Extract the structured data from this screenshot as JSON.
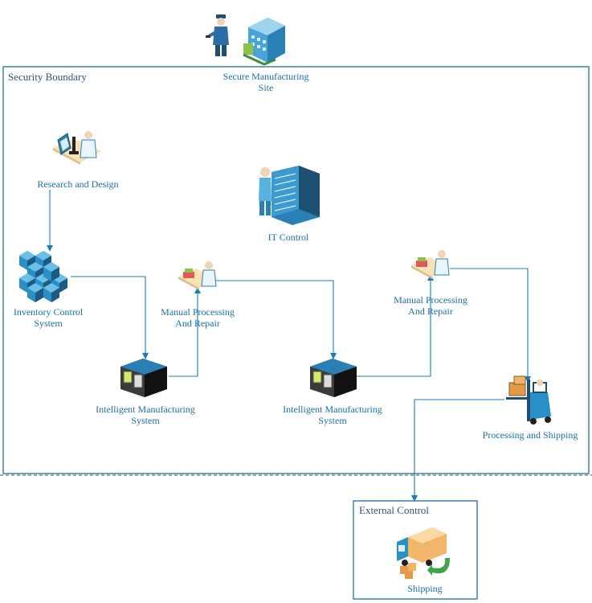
{
  "boundaries": {
    "security": "Security Boundary",
    "external": "External Control"
  },
  "nodes": {
    "site": "Secure Manufacturing\nSite",
    "research": "Research and Design",
    "it": "IT Control",
    "inventory": "Inventory Control\nSystem",
    "manual1": "Manual Processing\nAnd Repair",
    "manual2": "Manual Processing\nAnd Repair",
    "ims1": "Intelligent Manufacturing\nSystem",
    "ims2": "Intelligent Manufacturing\nSystem",
    "processing": "Processing and Shipping",
    "shipping": "Shipping"
  },
  "colors": {
    "line": "#1b7bbf",
    "label": "#1b6fa6",
    "box": "#1f6f9c",
    "icon_blue": "#2a8fc4",
    "icon_dark": "#1d4f72"
  },
  "icons": [
    "guard-icon",
    "building-icon",
    "researcher-icon",
    "server-rack-icon",
    "inventory-cubes-icon",
    "worker-desk-icon",
    "machine-icon",
    "forklift-icon",
    "delivery-truck-icon"
  ]
}
